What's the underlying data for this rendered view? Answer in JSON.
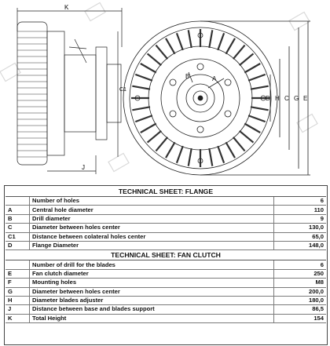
{
  "drawing": {
    "dim_labels": {
      "k": "K",
      "j": "J",
      "c1": "C1",
      "a": "A",
      "b": "B",
      "d": "D",
      "h": "H",
      "c": "C",
      "e": "E",
      "g": "G"
    }
  },
  "flange": {
    "title": "TECHNICAL SHEET: FLANGE",
    "rows": [
      {
        "code": "",
        "label": "Number of holes",
        "value": "6"
      },
      {
        "code": "A",
        "label": "Central hole diameter",
        "value": "110"
      },
      {
        "code": "B",
        "label": "Drill diameter",
        "value": "9"
      },
      {
        "code": "C",
        "label": "Diameter between holes center",
        "value": "130,0"
      },
      {
        "code": "C1",
        "label": "Distance between colateral holes center",
        "value": "65,0"
      },
      {
        "code": "D",
        "label": "Flange Diameter",
        "value": "148,0"
      }
    ]
  },
  "fan_clutch": {
    "title": "TECHNICAL SHEET: FAN CLUTCH",
    "rows": [
      {
        "code": "",
        "label": "Number of drill for the blades",
        "value": "6"
      },
      {
        "code": "E",
        "label": "Fan clutch diameter",
        "value": "250"
      },
      {
        "code": "F",
        "label": "Mounting holes",
        "value": "M8"
      },
      {
        "code": "G",
        "label": "Diameter between holes center",
        "value": "200,0"
      },
      {
        "code": "H",
        "label": "Diameter blades adjuster",
        "value": "180,0"
      },
      {
        "code": "J",
        "label": "Distance between base and blades support",
        "value": "86,5"
      },
      {
        "code": "K",
        "label": "Total Height",
        "value": "154"
      }
    ]
  }
}
